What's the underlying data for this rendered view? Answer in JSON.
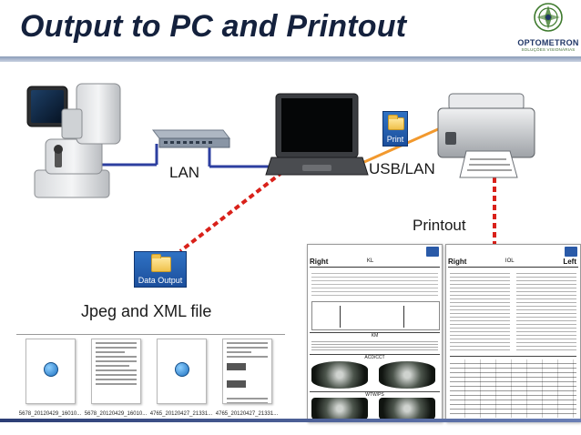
{
  "title": "Output to PC and Printout",
  "logo": {
    "name": "OPTOMETRON",
    "tagline": "SOLUÇÕES VISIONÁRIAS",
    "colors": {
      "green": "#3e7a2d",
      "navy": "#1f3566"
    }
  },
  "labels": {
    "lan": "LAN",
    "usb_lan": "USB/LAN",
    "printout": "Printout",
    "jpeg_xml": "Jpeg and XML file"
  },
  "folders": {
    "data_output": "Data Output",
    "print": "Print"
  },
  "devices": {
    "instrument": "autorefractor-keratometer",
    "switch": "network-hub",
    "computer": "laptop",
    "printer": "printer"
  },
  "connections": {
    "lan_color": "#2d3fa0",
    "usb_color": "#f2992e",
    "data_flow_color": "#d9211a"
  },
  "files": [
    {
      "name": "5678_20120429_16010...",
      "type": "xml"
    },
    {
      "name": "5678_20120429_16010...",
      "type": "jpeg"
    },
    {
      "name": "4765_20120427_21331...",
      "type": "xml"
    },
    {
      "name": "4765_20120427_21331...",
      "type": "jpeg"
    }
  ],
  "printouts": {
    "left_sheet": {
      "side": "Right",
      "mode": "KL",
      "sections": [
        "KM",
        "ACD/CCT",
        "WTW/PS"
      ]
    },
    "right_sheet": {
      "side_right": "Right",
      "side_left": "Left",
      "mode": "IOL"
    }
  }
}
